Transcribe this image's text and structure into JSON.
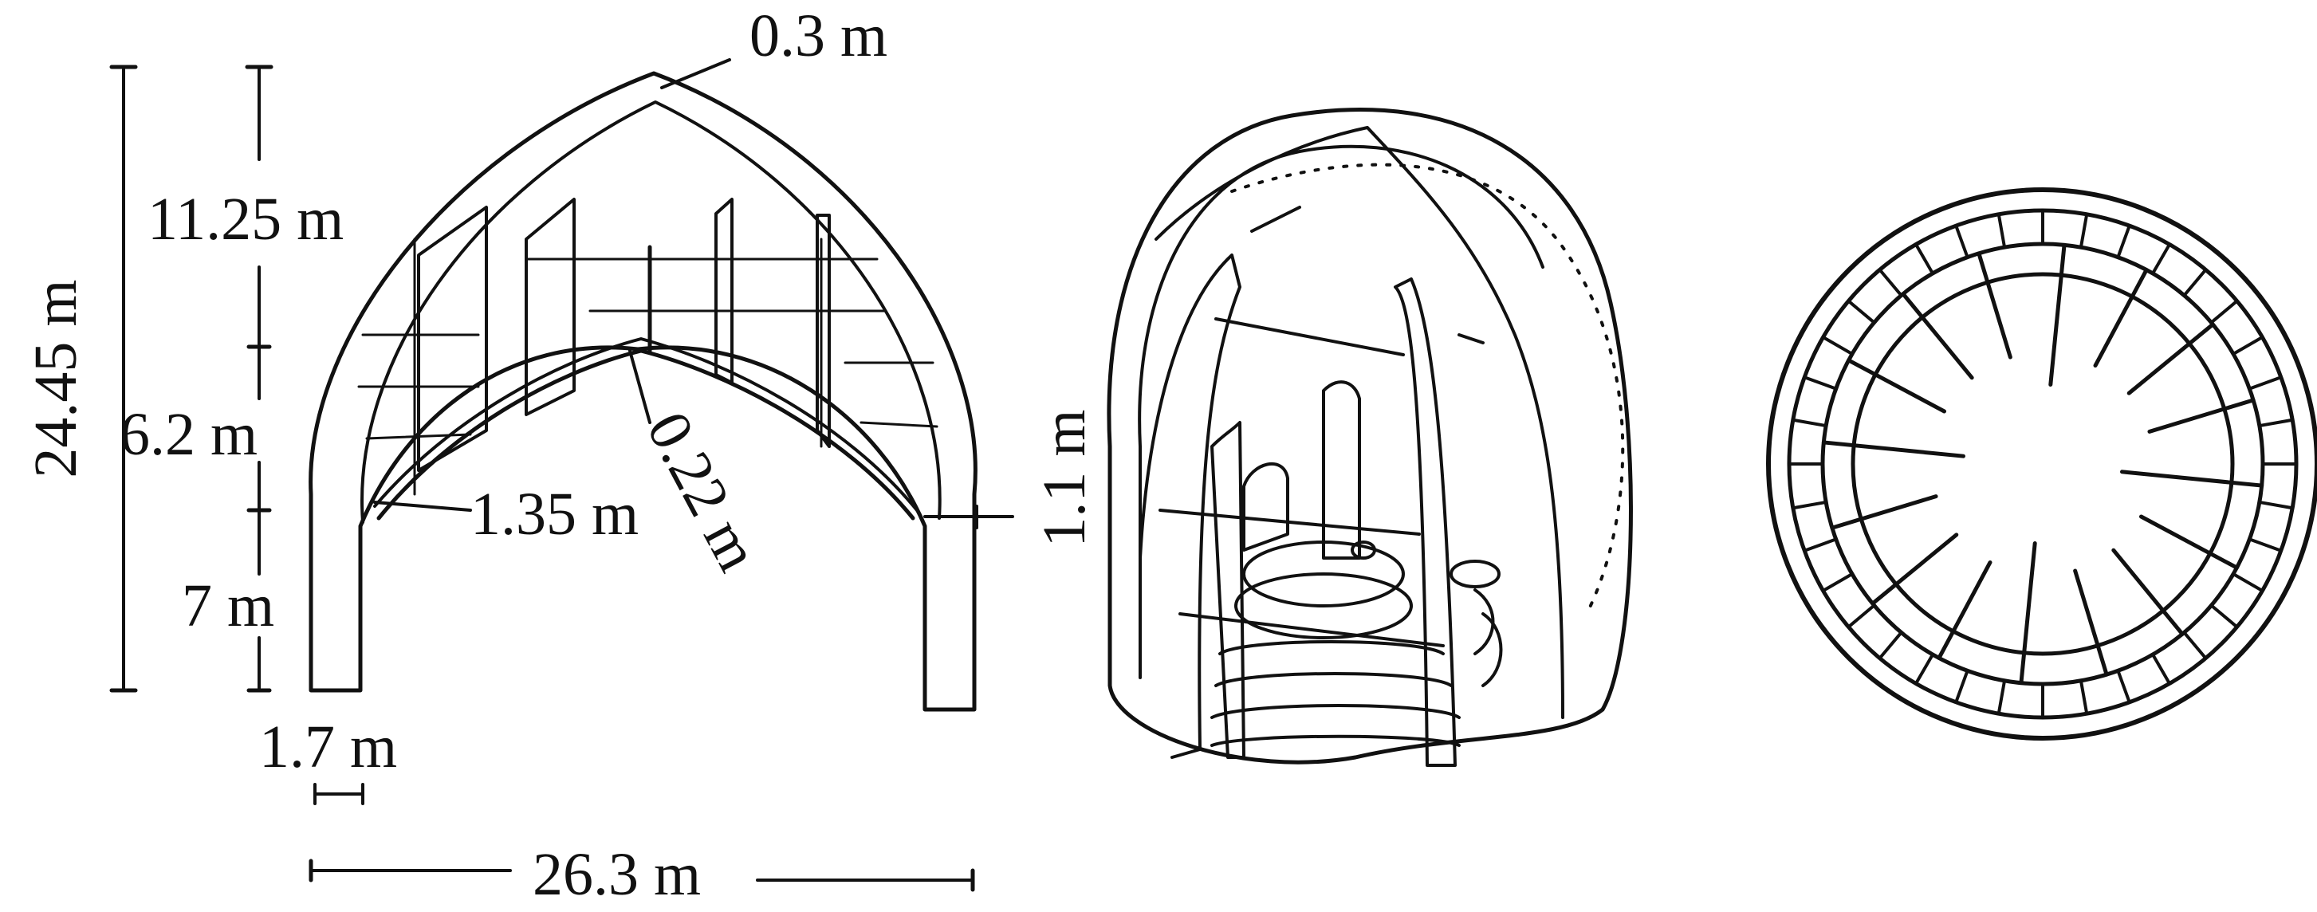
{
  "dimensions": {
    "apex_thickness": "0.3 m",
    "upper_height": "11.25 m",
    "total_height": "24.45 m",
    "middle_height": "6.2 m",
    "inner_thickness": "1.35 m",
    "inner_apex": "0.22 m",
    "side_thickness": "1.1 m",
    "base_height": "7 m",
    "wall_width": "1.7 m",
    "span": "26.3 m"
  },
  "colors": {
    "ink": "#111111",
    "paper": "#ffffff"
  }
}
